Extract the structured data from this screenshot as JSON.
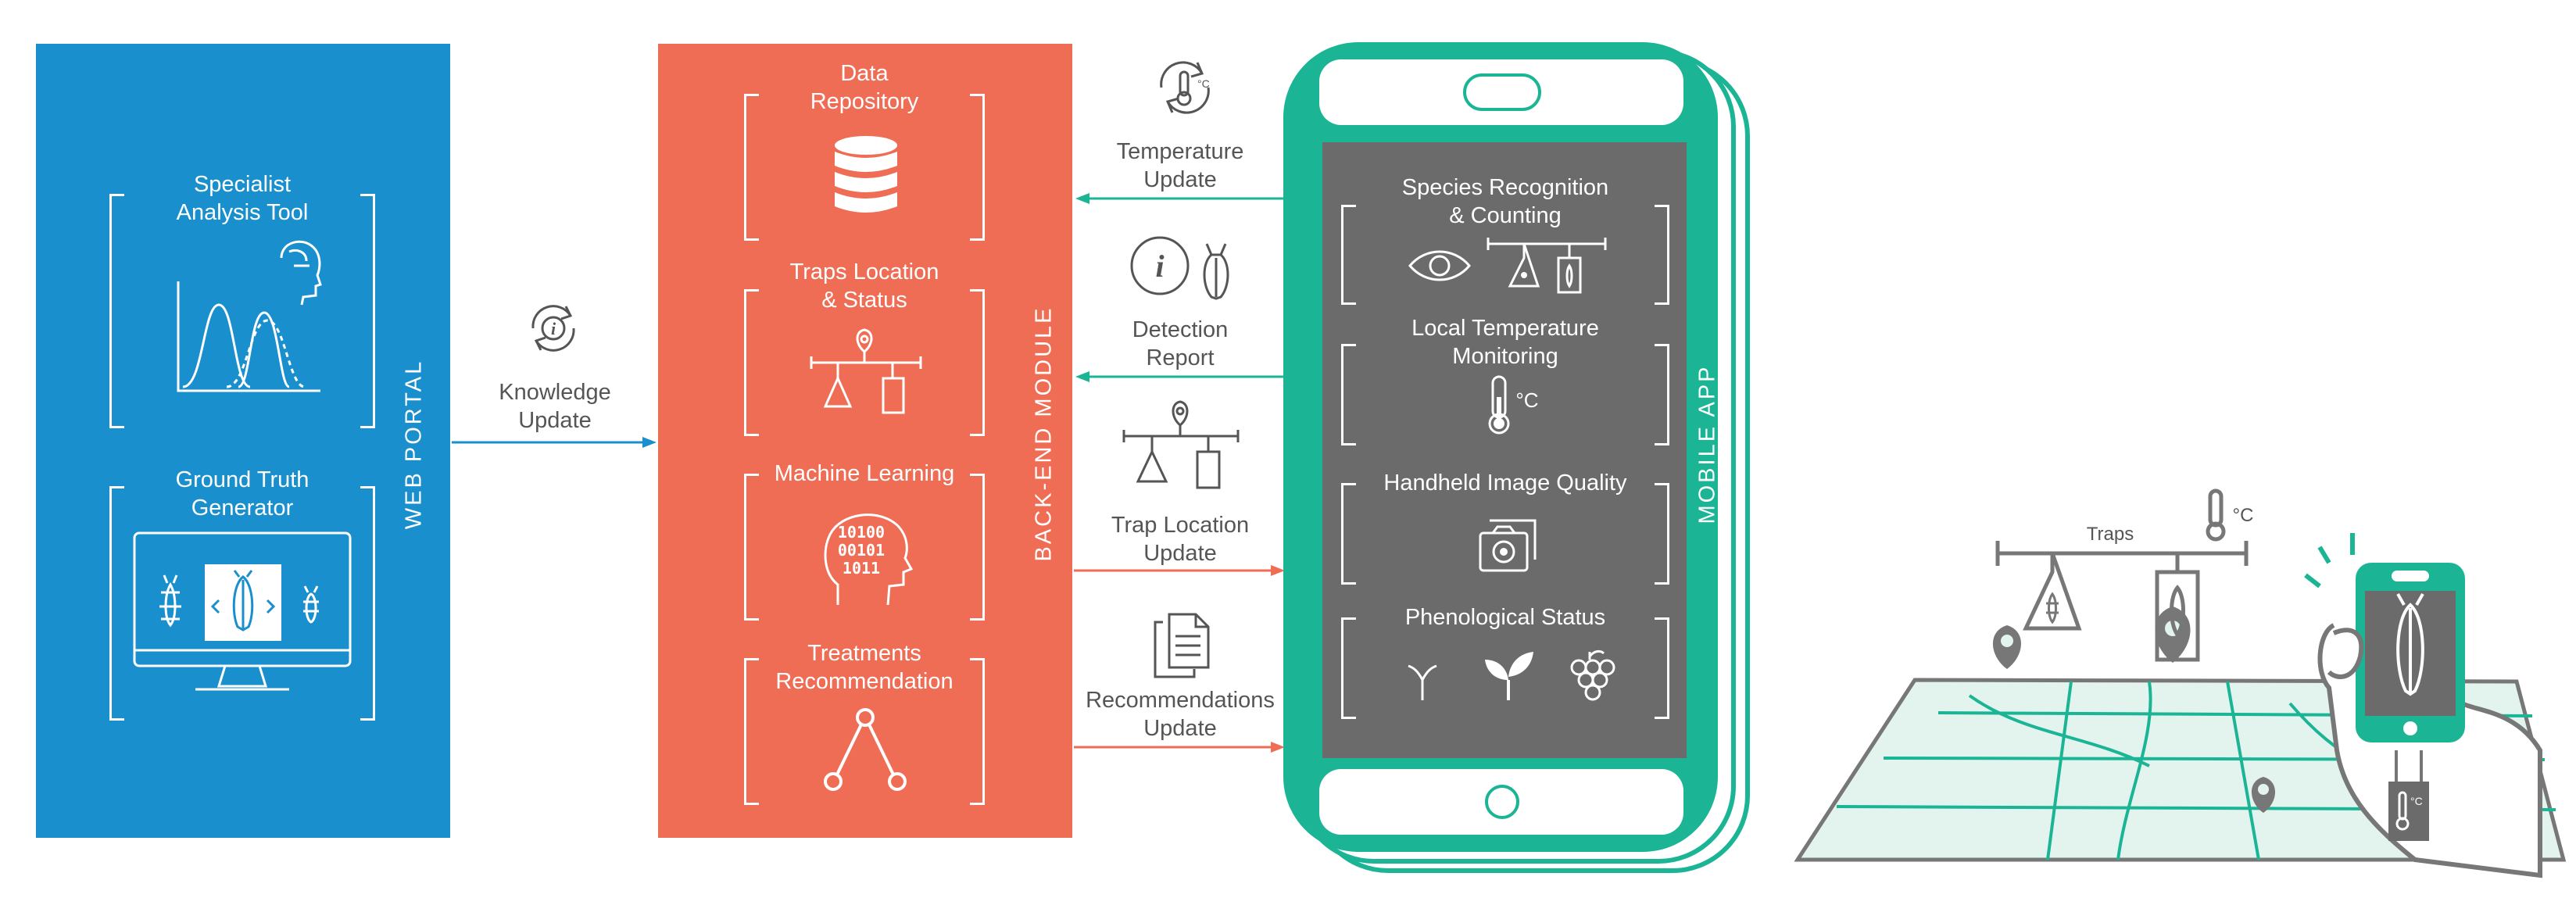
{
  "web_portal": {
    "label": "WEB PORTAL",
    "specialist_tool": "Specialist\nAnalysis Tool",
    "ground_truth": "Ground Truth\nGenerator"
  },
  "backend": {
    "label": "BACK-END MODULE",
    "data_repository": "Data\nRepository",
    "traps_location": "Traps Location\n& Status",
    "machine_learning": "Machine Learning",
    "binary_text": "10100\n00101\n1011",
    "treatments": "Treatments\nRecommendation"
  },
  "mobile": {
    "label": "MOBILE APP",
    "species": "Species Recognition\n& Counting",
    "temperature": "Local Temperature\nMonitoring",
    "image_quality": "Handheld Image Quality",
    "phenological": "Phenological Status",
    "celsius": "°C"
  },
  "flows": {
    "knowledge": "Knowledge\nUpdate",
    "temperature": "Temperature\nUpdate",
    "detection": "Detection\nReport",
    "trap_location": "Trap Location\nUpdate",
    "recommendations": "Recommendations\nUpdate"
  },
  "field": {
    "traps_label": "Traps",
    "celsius": "°C"
  },
  "colors": {
    "web_portal": "#1a8fce",
    "backend": "#ef6d55",
    "mobile": "#1bb595",
    "screen": "#6b6b6b"
  }
}
